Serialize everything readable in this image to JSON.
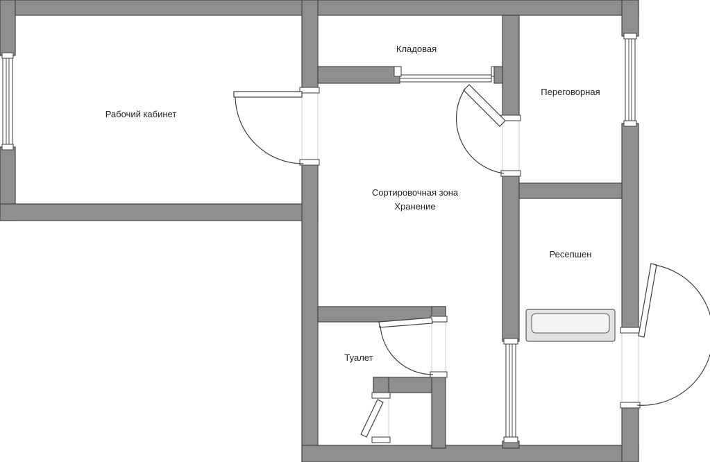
{
  "colors": {
    "wall_fill": "#8f8f8f",
    "wall_outline": "#454545",
    "line": "#3c3c3c",
    "background": "#ffffff"
  },
  "rooms": {
    "office": "Рабочий кабинет",
    "storage": "Кладовая",
    "meeting": "Переговорная",
    "sorting": "Сортировочная зона",
    "sorting_sub": "Хранение",
    "reception": "Ресепшен",
    "toilet": "Туалет"
  }
}
